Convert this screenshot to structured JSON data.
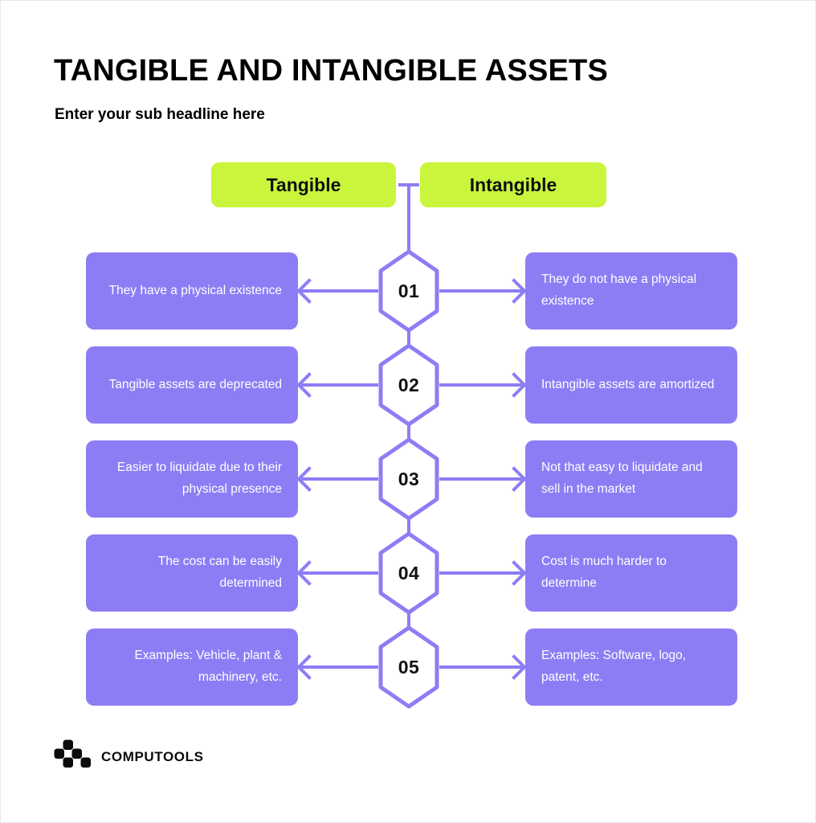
{
  "header": {
    "title": "TANGIBLE AND INTANGIBLE ASSETS",
    "subtitle": "Enter your sub headline here"
  },
  "columns": {
    "left_label": "Tangible",
    "right_label": "Intangible"
  },
  "colors": {
    "green_badge": "#c9f53c",
    "purple_card": "#8d7df5",
    "connector": "#8d7df5",
    "hexagon_fill": "#ffffff",
    "text_on_card": "#ffffff",
    "text_dark": "#101010",
    "background": "#ffffff"
  },
  "rows": [
    {
      "number": "01",
      "left": "They have a physical existence",
      "right": "They do not have a physical existence"
    },
    {
      "number": "02",
      "left": "Tangible assets are deprecated",
      "right": "Intangible assets are amortized"
    },
    {
      "number": "03",
      "left": "Easier to liquidate due to their physical presence",
      "right": "Not that easy to liquidate and sell in the market"
    },
    {
      "number": "04",
      "left": "The cost can be easily determined",
      "right": "Cost is much harder to determine"
    },
    {
      "number": "05",
      "left": "Examples: Vehicle, plant & machinery, etc.",
      "right": "Examples: Software, logo, patent, etc."
    }
  ],
  "footer": {
    "logo_name": "computools-logo-icon",
    "brand": "COMPUTOOLS"
  }
}
